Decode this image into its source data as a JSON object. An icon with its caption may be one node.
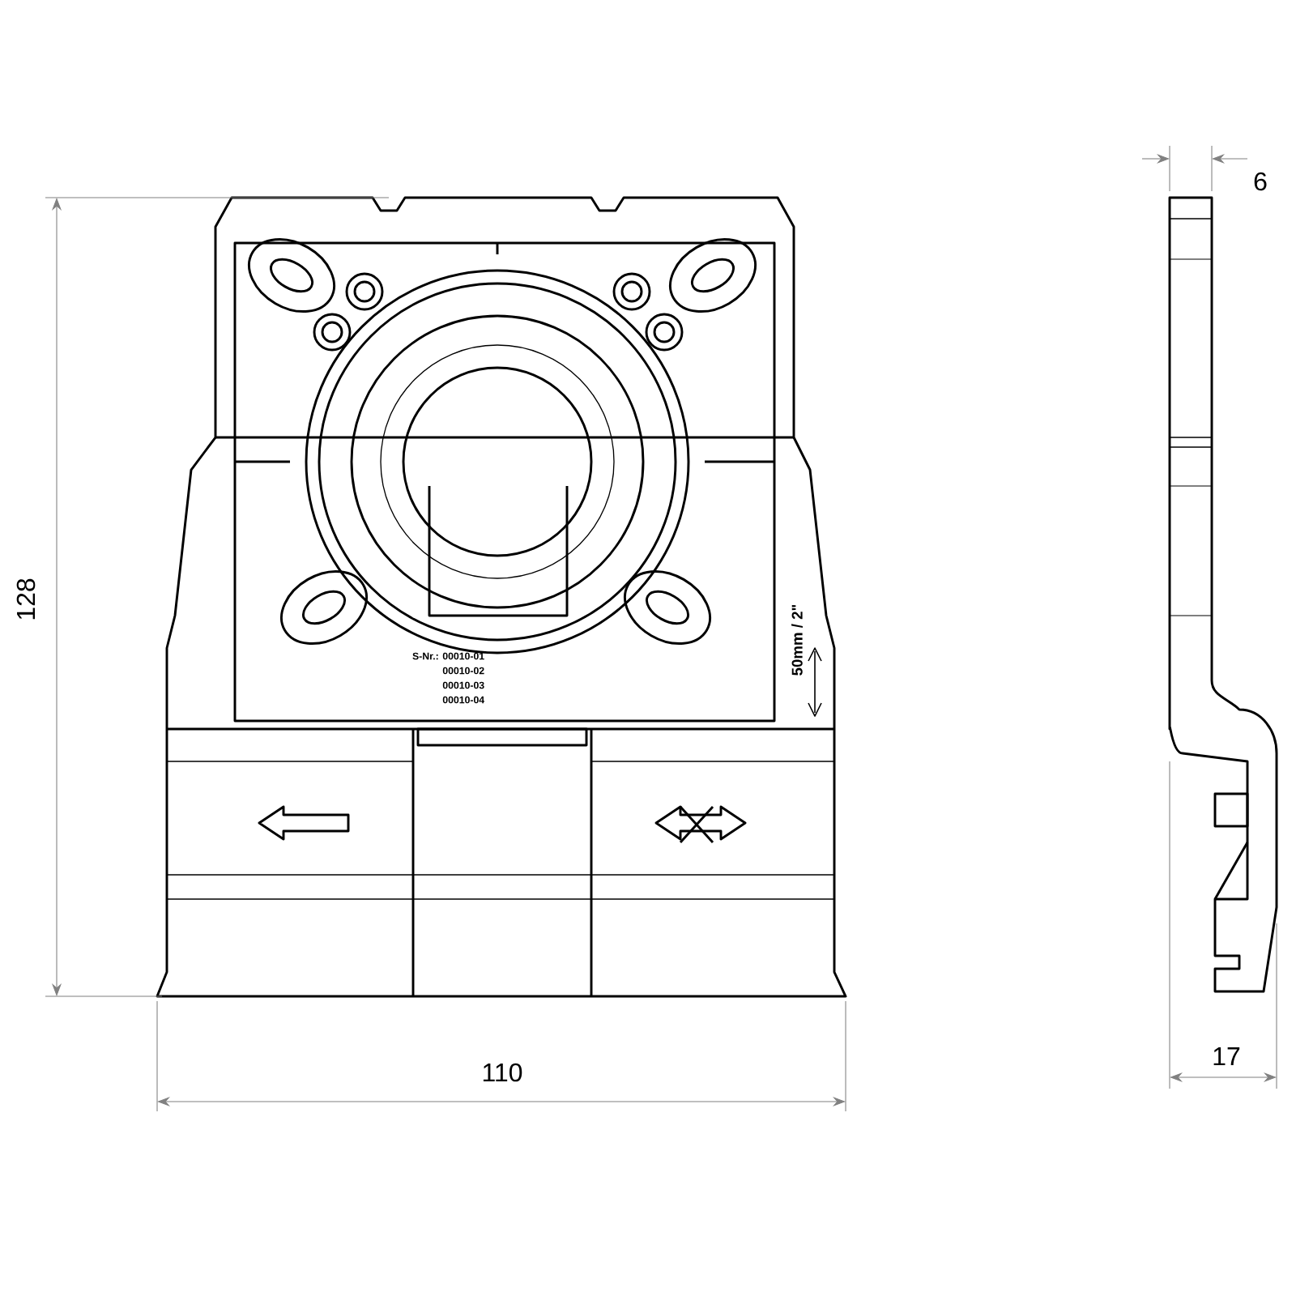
{
  "diagram": {
    "labels": [
      "6",
      "128",
      "S-Nr.: 00010-01",
      "00010-02",
      "00010-03",
      "00010-04",
      "50mm / 2\"",
      "110",
      "17"
    ]
  }
}
